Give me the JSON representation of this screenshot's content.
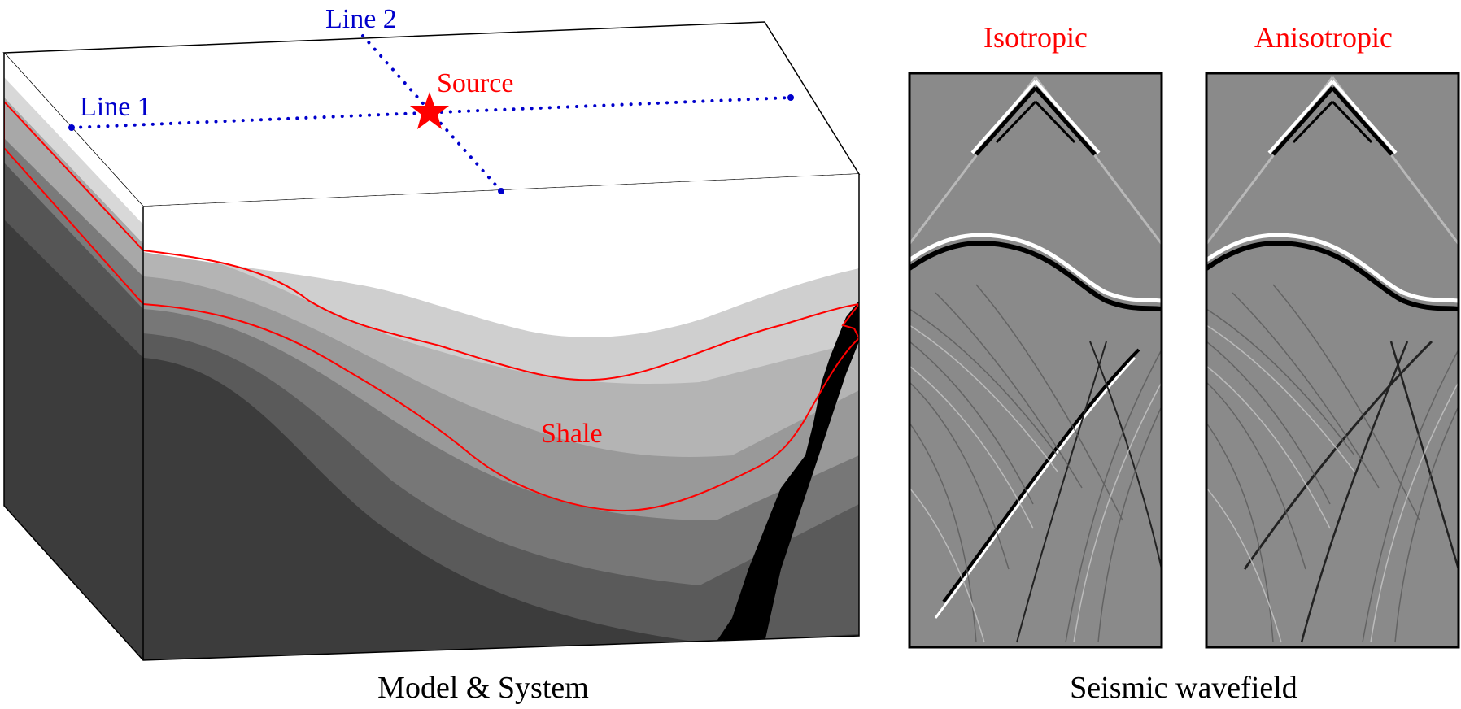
{
  "model": {
    "caption": "Model & System",
    "labels": {
      "line1": "Line 1",
      "line2": "Line 2",
      "source": "Source",
      "shale": "Shale"
    }
  },
  "wavefield": {
    "caption": "Seismic wavefield",
    "panels": [
      {
        "title": "Isotropic"
      },
      {
        "title": "Anisotropic"
      }
    ]
  },
  "colors": {
    "annotation_red": "#ff0000",
    "survey_line_blue": "#0000cc",
    "panel_background_gray": "#8a8a8a",
    "frame_black": "#000000"
  }
}
